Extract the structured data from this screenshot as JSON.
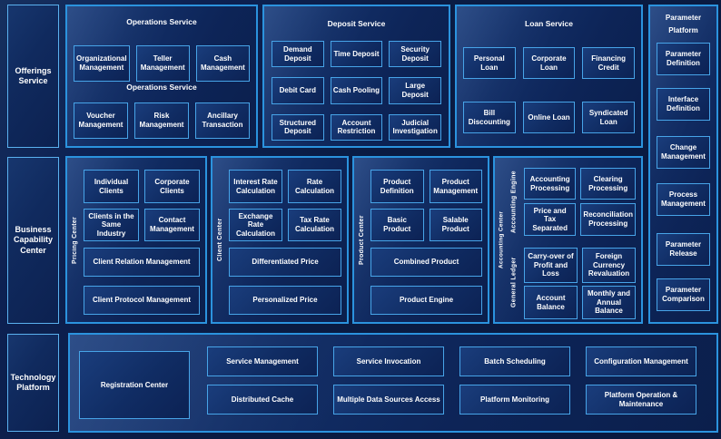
{
  "left_rail": {
    "offerings": "Offerings Service",
    "business": "Business Capability Center",
    "technology": "Technology Platform"
  },
  "operations": {
    "title": "Operations Service",
    "subtitle": "Operations Service",
    "row1": [
      "Organizational Management",
      "Teller Management",
      "Cash Management"
    ],
    "row2": [
      "Voucher Management",
      "Risk Management",
      "Ancillary Transaction"
    ]
  },
  "deposit": {
    "title": "Deposit Service",
    "items": [
      "Demand Deposit",
      "Time Deposit",
      "Security Deposit",
      "Debit Card",
      "Cash Pooling",
      "Large Deposit",
      "Structured Deposit",
      "Account Restriction",
      "Judicial Investigation"
    ]
  },
  "loan": {
    "title": "Loan Service",
    "items": [
      "Personal Loan",
      "Corporate Loan",
      "Financing Credit",
      "Bill Discounting",
      "Online Loan",
      "Syndicated Loan"
    ]
  },
  "parameter": {
    "title_line1": "Parameter",
    "title_line2": "Platform",
    "items": [
      "Parameter Definition",
      "Interface Definition",
      "Change Management",
      "Process Management",
      "Parameter Release",
      "Parameter Comparison"
    ]
  },
  "pricing_center": {
    "label": "Pricing Center",
    "small": [
      "Individual Clients",
      "Corporate Clients",
      "Clients in the Same Industry",
      "Contact Management"
    ],
    "wide": [
      "Client Relation Management",
      "Client Protocol Management"
    ]
  },
  "client_center": {
    "label": "Client Center",
    "small": [
      "Interest Rate Calculation",
      "Rate Calculation",
      "Exchange Rate Calculation",
      "Tax Rate Calculation"
    ],
    "wide": [
      "Differentiated Price",
      "Personalized Price"
    ]
  },
  "product_center": {
    "label": "Product Center",
    "small": [
      "Product Definition",
      "Product Management",
      "Basic Product",
      "Salable Product"
    ],
    "wide": [
      "Combined Product",
      "Product Engine"
    ]
  },
  "accounting_center": {
    "label": "Accounting Center",
    "engine": {
      "label": "Accounting Engine",
      "items": [
        "Accounting Processing",
        "Clearing Processing",
        "Price and Tax Separated",
        "Reconciliation Processing"
      ]
    },
    "ledger": {
      "label": "General Ledger",
      "items": [
        "Carry-over of Profit and Loss",
        "Foreign Currency Revaluation",
        "Account Balance",
        "Monthly and Annual Balance"
      ]
    }
  },
  "technology": {
    "registration": "Registration Center",
    "row1": [
      "Service Management",
      "Service Invocation",
      "Batch Scheduling",
      "Configuration Management"
    ],
    "row2": [
      "Distributed Cache",
      "Multiple Data Sources Access",
      "Platform Monitoring",
      "Platform Operation & Maintenance"
    ]
  },
  "colors": {
    "background": "#0a1b42",
    "panel_border": "#2b93de",
    "node_border": "#47a4e8",
    "text": "#ffffff"
  }
}
